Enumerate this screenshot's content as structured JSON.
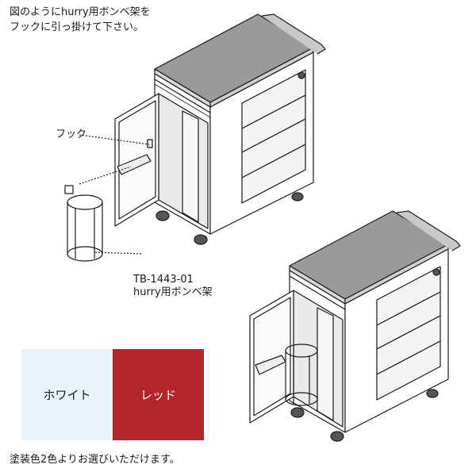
{
  "instruction": {
    "line1": "図のようにhurry用ボンベ架を",
    "line2": "フックに引っ掛けて下さい。"
  },
  "hook_label": "フック",
  "product": {
    "code": "TB-1443-01",
    "name": "hurry用ボンベ架"
  },
  "colors": [
    {
      "label": "ホワイト",
      "hex": "#e9f3fa"
    },
    {
      "label": "レッド",
      "hex": "#b5232b"
    }
  ],
  "footer": "塗装色2色よりお選びいただけます。"
}
